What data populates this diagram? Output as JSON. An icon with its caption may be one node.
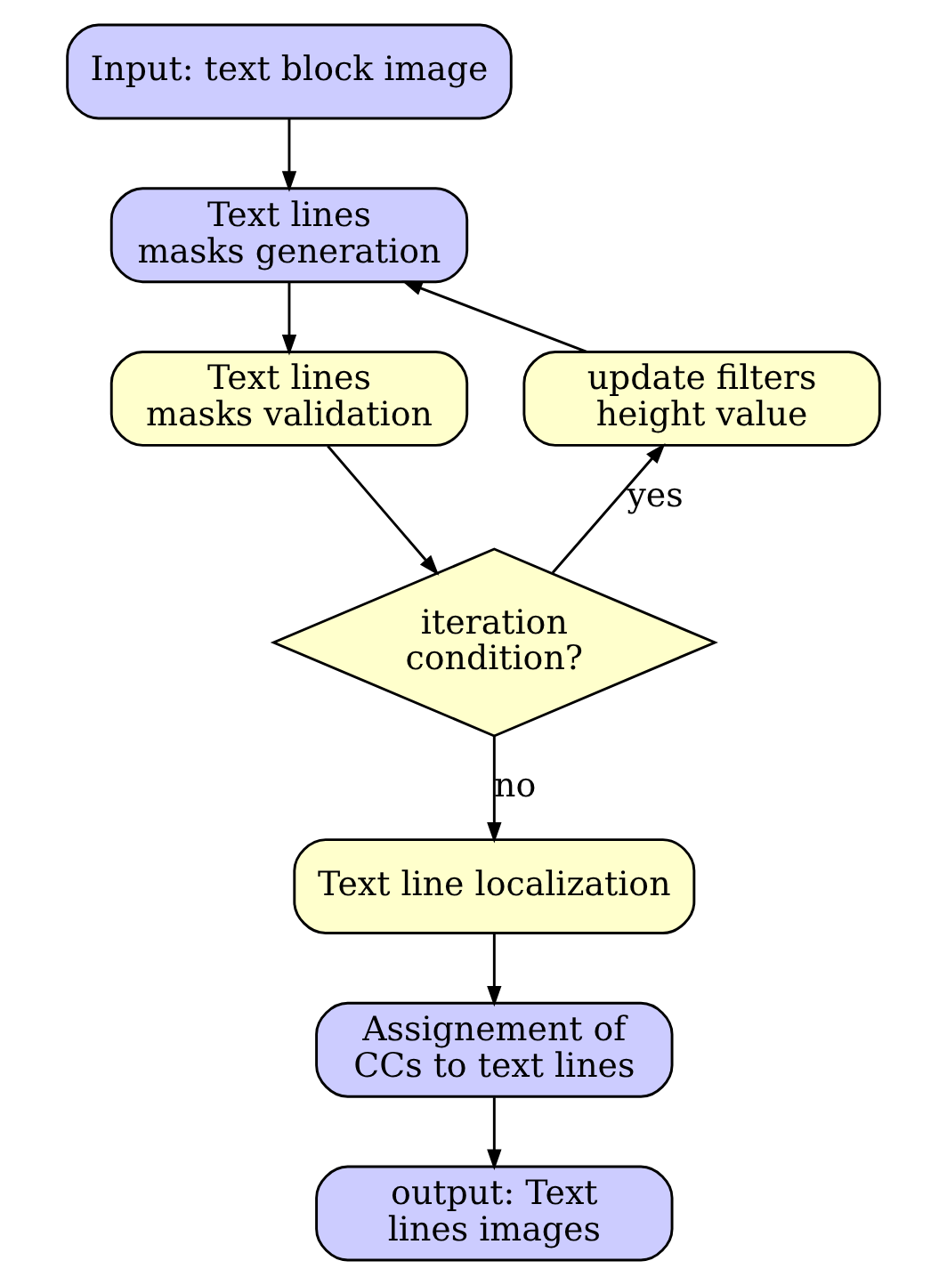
{
  "diagram": {
    "nodes": [
      {
        "text": [
          "Input: text block image"
        ]
      },
      {
        "text": [
          "Text lines masks generation"
        ]
      },
      {
        "text": [
          "Text lines masks validation"
        ]
      },
      {
        "text": [
          "iteration condition?"
        ]
      },
      {
        "text": [
          "update filters height value"
        ]
      },
      {
        "text": [
          "Text line localization"
        ]
      },
      {
        "text": [
          "Assignement of CCs to text lines"
        ]
      },
      {
        "text": [
          "output: Text lines images"
        ]
      }
    ],
    "edges": [
      {
        "from": 0,
        "to": 1,
        "arrow": "to"
      },
      {
        "from": 1,
        "to": 2,
        "arrow": "to"
      },
      {
        "from": 2,
        "to": 3,
        "arrow": "to"
      },
      {
        "from": 3,
        "to": 4,
        "arrow": "to",
        "label": "yes"
      },
      {
        "from": 4,
        "to": 1,
        "arrow": "to"
      },
      {
        "from": 3,
        "to": 5,
        "arrow": "to",
        "label": "no"
      },
      {
        "from": 5,
        "to": 6,
        "arrow": "to"
      },
      {
        "from": 6,
        "to": 7,
        "arrow": "to"
      }
    ]
  }
}
